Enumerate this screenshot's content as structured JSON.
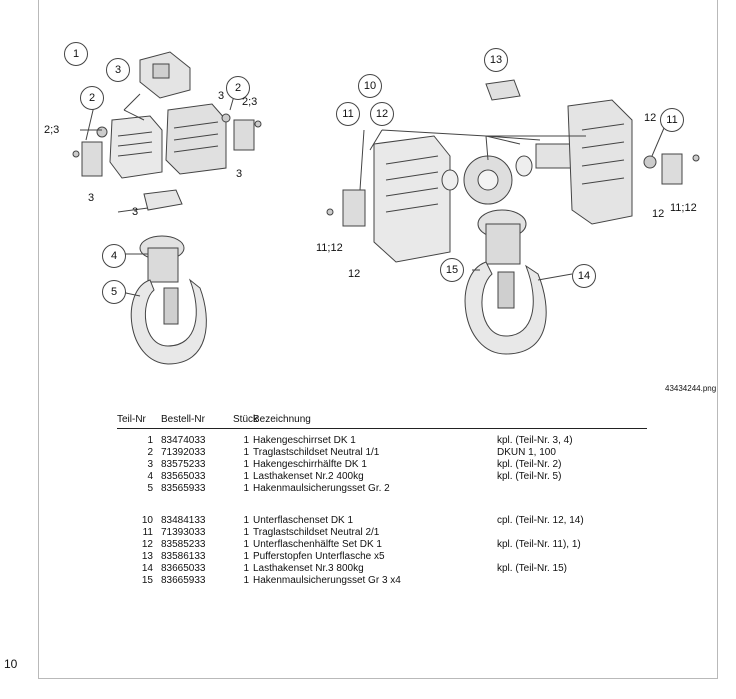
{
  "page_number": "10",
  "figure": {
    "filename": "43434244.png",
    "callouts_left": {
      "c1": "1",
      "c2a": "2",
      "c3a": "3",
      "c2b": "2",
      "c4": "4",
      "c5": "5"
    },
    "labels_left": {
      "l23a": "2;3",
      "l3a": "3",
      "l3b": "3",
      "l3c": "3",
      "l23b": "2;3",
      "l3d": "3"
    },
    "callouts_right": {
      "c10": "10",
      "c11a": "11",
      "c12a": "12",
      "c13": "13",
      "c11b": "11",
      "c15": "15",
      "c14": "14"
    },
    "labels_right": {
      "l1112a": "11;12",
      "l12a": "12",
      "l12b": "12",
      "l12c": "12",
      "l1112b": "11;12"
    }
  },
  "table": {
    "headers": [
      "Teil-Nr",
      "Bestell-Nr",
      "Stück",
      "Bezeichnung",
      ""
    ],
    "group1": [
      [
        "1",
        "83474033",
        "1",
        "Hakengeschirrset  DK 1",
        "kpl. (Teil-Nr. 3, 4)"
      ],
      [
        "2",
        "71392033",
        "1",
        "Traglastschildset  Neutral 1/1",
        "DKUN 1, 100"
      ],
      [
        "3",
        "83575233",
        "1",
        "Hakengeschirrhälfte  DK 1",
        "kpl. (Teil-Nr. 2)"
      ],
      [
        "4",
        "83565033",
        "1",
        "Lasthakenset  Nr.2 400kg",
        "kpl. (Teil-Nr. 5)"
      ],
      [
        "5",
        "83565933",
        "1",
        "Hakenmaulsicherungsset  Gr. 2",
        ""
      ]
    ],
    "group2": [
      [
        "10",
        "83484133",
        "1",
        "Unterflaschenset  DK 1",
        "cpl. (Teil-Nr. 12, 14)"
      ],
      [
        "11",
        "71393033",
        "1",
        "Traglastschildset  Neutral 2/1",
        ""
      ],
      [
        "12",
        "83585233",
        "1",
        "Unterflaschenhälfte Set  DK 1",
        "kpl. (Teil-Nr. 11), 1)"
      ],
      [
        "13",
        "83586133",
        "1",
        "Pufferstopfen Unterflasche  x5",
        ""
      ],
      [
        "14",
        "83665033",
        "1",
        "Lasthakenset  Nr.3 800kg",
        "kpl. (Teil-Nr. 15)"
      ],
      [
        "15",
        "83665933",
        "1",
        "Hakenmaulsicherungsset  Gr 3  x4",
        ""
      ]
    ]
  }
}
